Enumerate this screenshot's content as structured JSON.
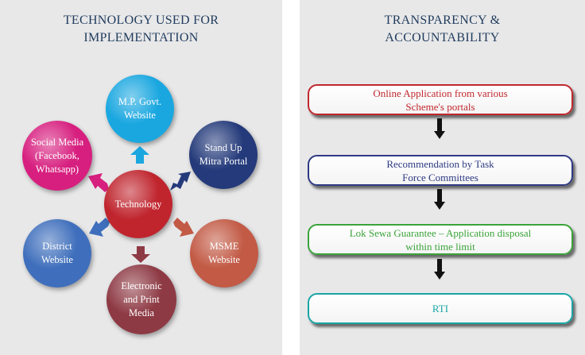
{
  "left": {
    "heading": [
      "TECHNOLOGY USED FOR",
      "IMPLEMENTATION"
    ],
    "center": [
      "Technology"
    ],
    "nodes": {
      "mp_govt": [
        "M.P. Govt.",
        "Website"
      ],
      "stand_up": [
        "Stand Up",
        "Mitra Portal"
      ],
      "msme": [
        "MSME",
        "Website"
      ],
      "electronic": [
        "Electronic",
        "and Print",
        "Media"
      ],
      "district": [
        "District",
        "Website"
      ],
      "social": [
        "Social Media",
        "(Facebook,",
        "Whatsapp)"
      ]
    },
    "colors": {
      "center": "#c0252e",
      "mp_govt": "#1aa7e0",
      "stand_up": "#243a7a",
      "msme": "#c25a45",
      "electronic": "#8e3a44",
      "district": "#3f6fbc",
      "social": "#d71f7f"
    }
  },
  "right": {
    "heading": [
      "TRANSPARENCY &",
      "ACCOUNTABILITY"
    ],
    "steps": [
      {
        "lines": [
          "Online Application from various",
          "Scheme's portals"
        ],
        "color": "#c1272d"
      },
      {
        "lines": [
          "Recommendation by Task",
          "Force Committees"
        ],
        "color": "#2e3a82"
      },
      {
        "lines": [
          "Lok Sewa Guarantee – Application disposal",
          "within time limit"
        ],
        "color": "#3ba33a"
      },
      {
        "lines": [
          "RTI"
        ],
        "color": "#1aa5a5"
      }
    ]
  }
}
